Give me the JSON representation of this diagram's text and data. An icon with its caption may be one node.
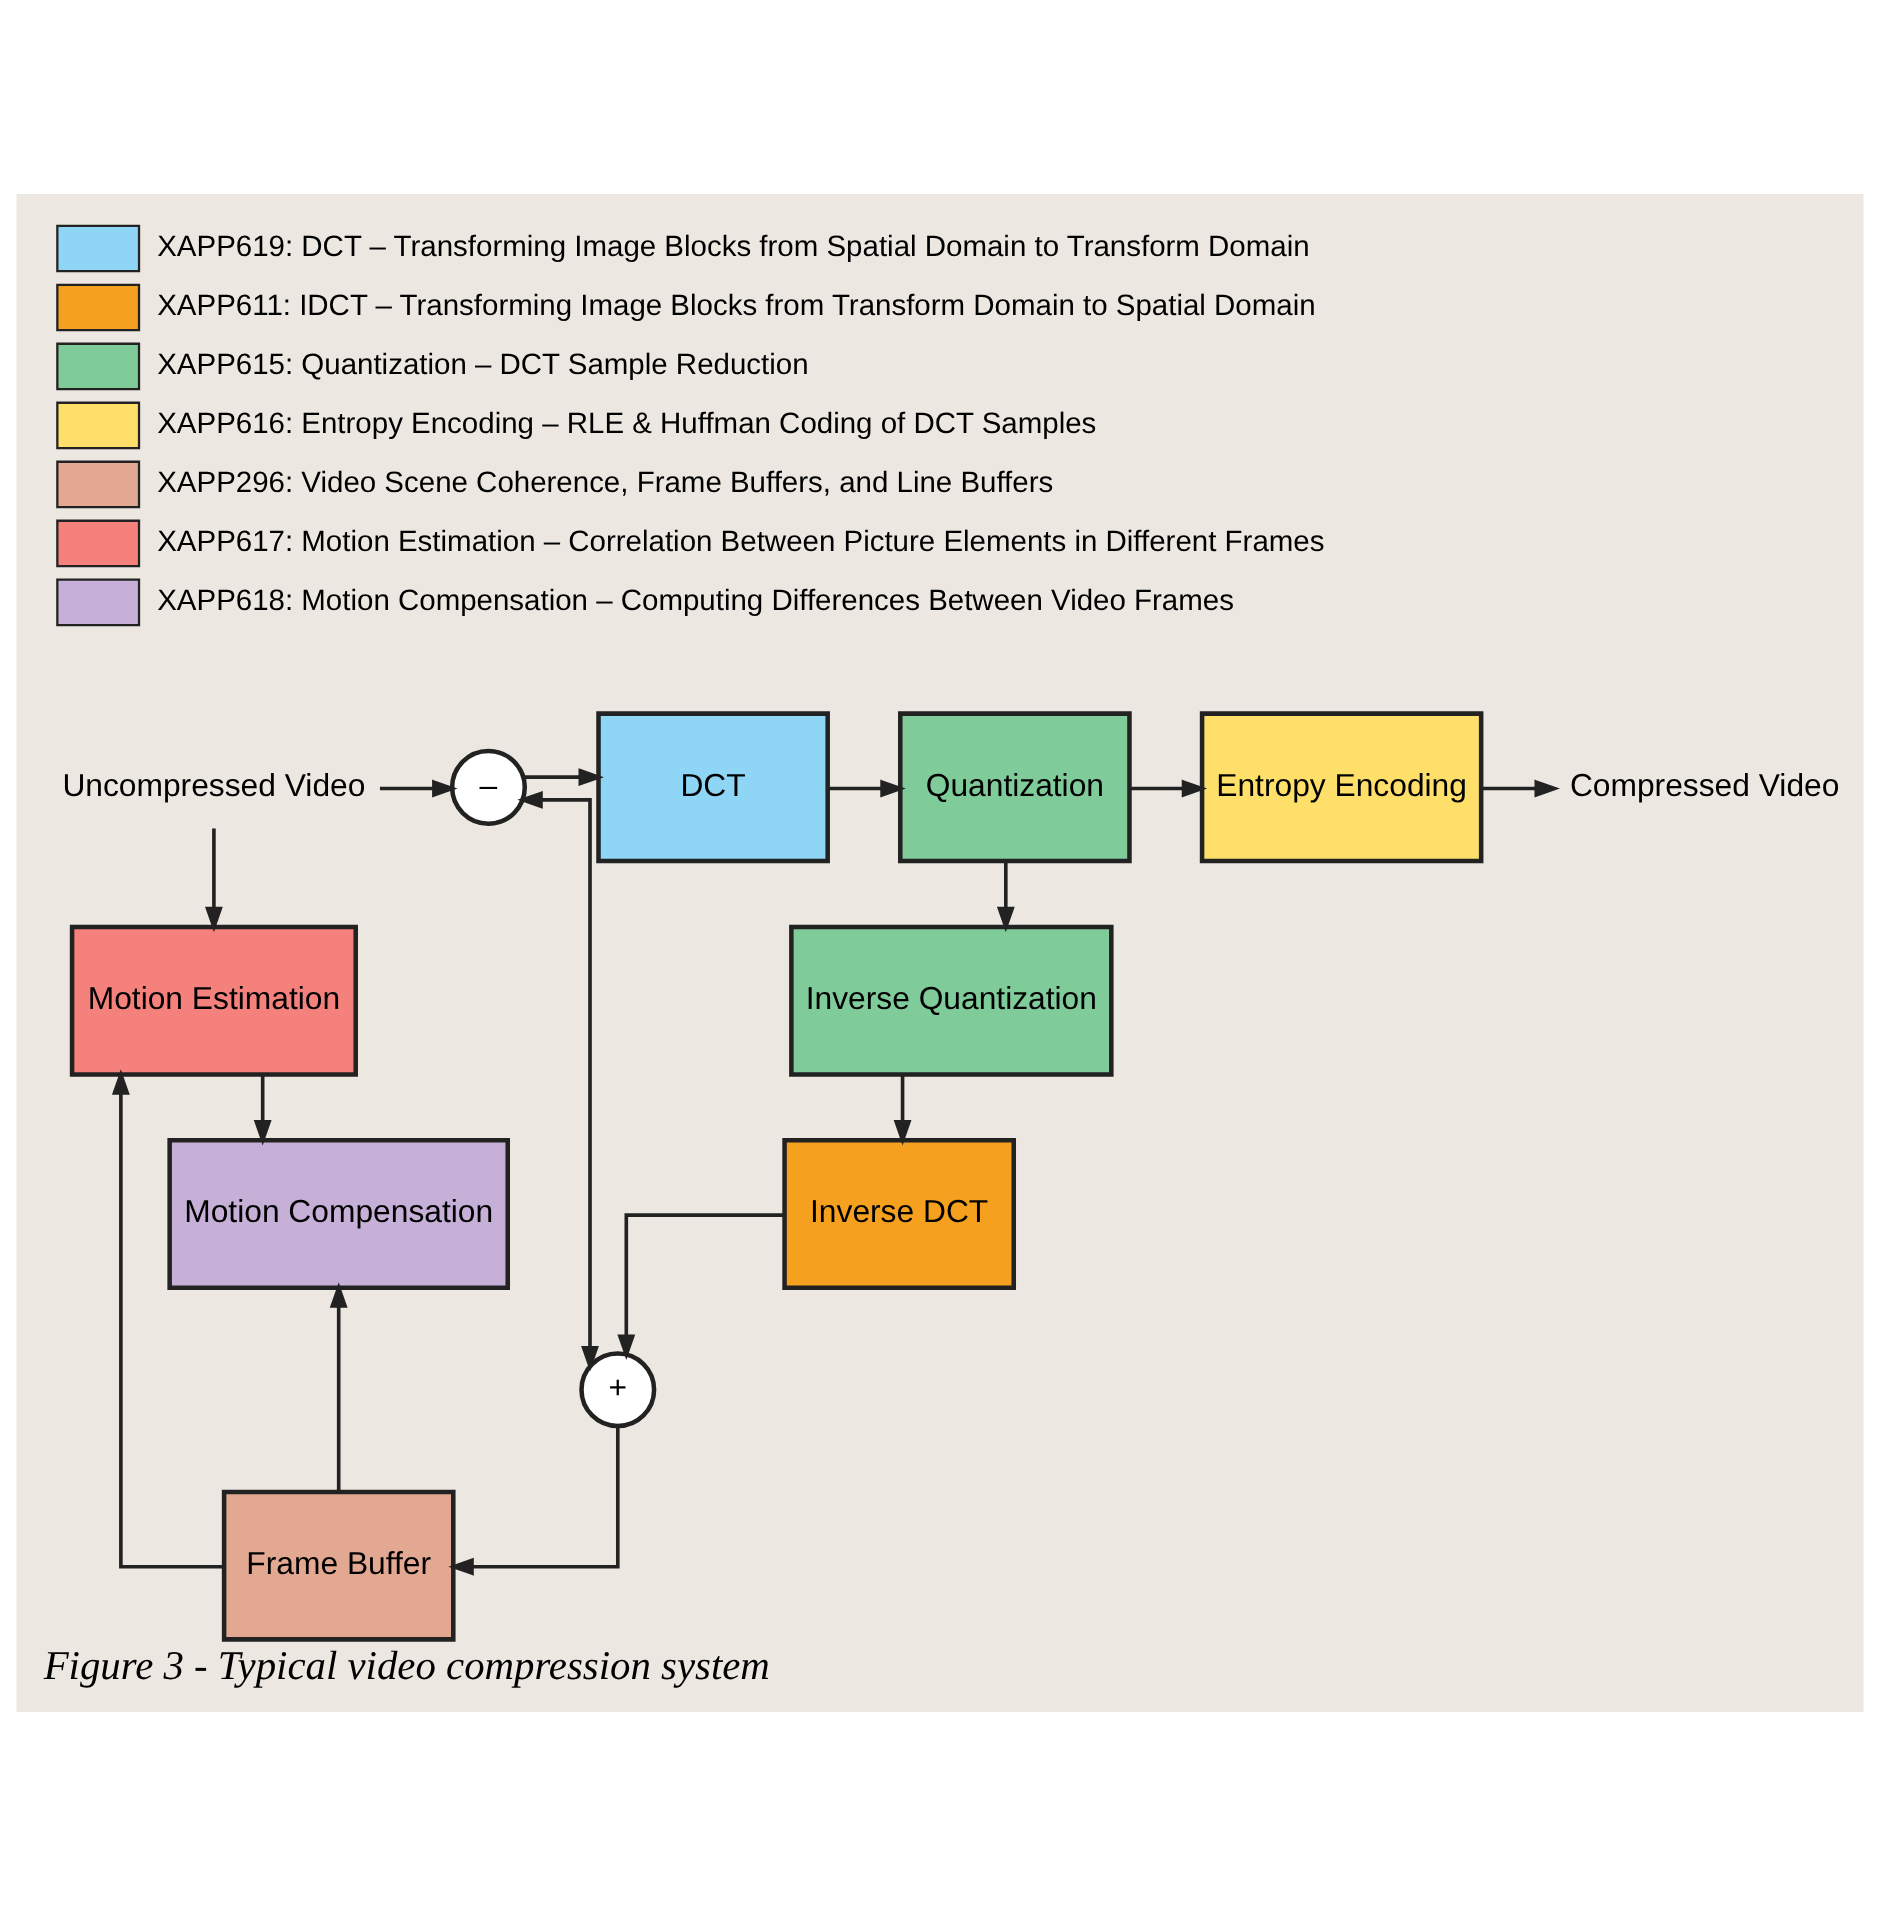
{
  "diagram": {
    "caption": "Figure 3 - Typical video compression system",
    "nodes": [
      {
        "text": [
          "Uncompressed Video"
        ]
      },
      {
        "text": [
          "–"
        ]
      },
      {
        "text": [
          "DCT"
        ]
      },
      {
        "text": [
          "Quantization"
        ]
      },
      {
        "text": [
          "Entropy Encoding"
        ]
      },
      {
        "text": [
          "Compressed Video"
        ]
      },
      {
        "text": [
          "Inverse Quantization"
        ]
      },
      {
        "text": [
          "Inverse DCT"
        ]
      },
      {
        "text": [
          "+"
        ]
      },
      {
        "text": [
          "Motion Estimation"
        ]
      },
      {
        "text": [
          "Motion Compensation"
        ]
      },
      {
        "text": [
          "Frame Buffer"
        ]
      }
    ],
    "edges": [
      {
        "from": 0,
        "to": 1,
        "arrow": "to"
      },
      {
        "from": 0,
        "to": 9,
        "arrow": "to"
      },
      {
        "from": 1,
        "to": 2,
        "arrow": "to"
      },
      {
        "from": 2,
        "to": 3,
        "arrow": "to"
      },
      {
        "from": 3,
        "to": 4,
        "arrow": "to"
      },
      {
        "from": 4,
        "to": 5,
        "arrow": "to"
      },
      {
        "from": 3,
        "to": 6,
        "arrow": "to"
      },
      {
        "from": 6,
        "to": 7,
        "arrow": "to"
      },
      {
        "from": 7,
        "to": 8,
        "arrow": "to"
      },
      {
        "from": 1,
        "to": 8,
        "arrow": "both"
      },
      {
        "from": 8,
        "to": 11,
        "arrow": "to"
      },
      {
        "from": 11,
        "to": 10,
        "arrow": "to"
      },
      {
        "from": 11,
        "to": 9,
        "arrow": "to"
      },
      {
        "from": 9,
        "to": 10,
        "arrow": "to"
      }
    ],
    "legend": [
      {
        "text": "XAPP619: DCT – Transforming Image Blocks from Spatial Domain to Transform Domain",
        "color": "#8fd5f5"
      },
      {
        "text": "XAPP611: IDCT – Transforming Image Blocks from Transform Domain to Spatial Domain",
        "color": "#f5a01e"
      },
      {
        "text": "XAPP615: Quantization – DCT Sample Reduction",
        "color": "#80cb9a"
      },
      {
        "text": "XAPP616: Entropy Encoding – RLE & Huffman Coding of DCT Samples",
        "color": "#fedf6a"
      },
      {
        "text": "XAPP296: Video Scene Coherence, Frame Buffers, and Line Buffers",
        "color": "#e3a892"
      },
      {
        "text": "XAPP617: Motion Estimation – Correlation Between Picture Elements in Different Frames",
        "color": "#f4817c"
      },
      {
        "text": "XAPP618: Motion Compensation – Computing Differences Between Video Frames",
        "color": "#c6b0d8"
      }
    ]
  }
}
